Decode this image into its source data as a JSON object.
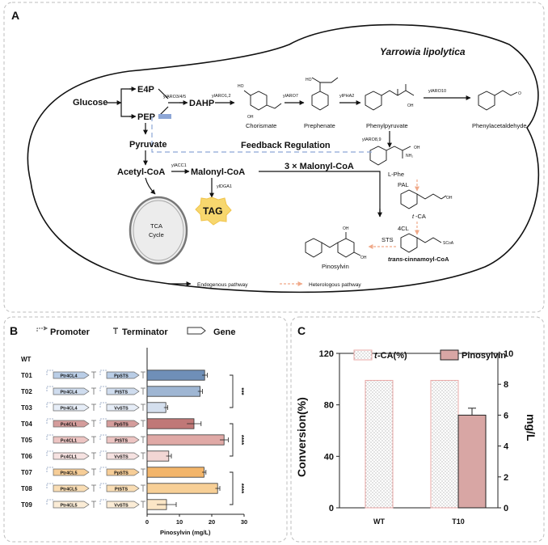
{
  "panelA": {
    "label": "A",
    "organism": "Yarrowia lipolytica",
    "metabolites": {
      "glucose": "Glucose",
      "e4p": "E4P",
      "pep": "PEP",
      "dahp": "DAHP",
      "chorismate": "Chorismate",
      "prephenate": "Prephenate",
      "phenylpyruvate": "Phenylpyruvate",
      "phenylacetaldehyde": "Phenylacetaldehyde",
      "pyruvate": "Pyruvate",
      "acetylcoa": "Acetyl-CoA",
      "malonylcoa": "Malonyl-CoA",
      "tag": "TAG",
      "tca1": "TCA",
      "tca2": "Cycle",
      "lphe": "L-Phe",
      "tca_italic": "t",
      "tca_rest": "-CA",
      "cinn_italic": "trans",
      "cinn_rest": "-cinnamoyl-CoA",
      "pinosylvin": "Pinosylvin",
      "three_malonyl": "3 × Malonyl-CoA",
      "feedback": "Feedback Regulation"
    },
    "enzymes": {
      "aro345": "ylARO3/4/5",
      "aro12": "ylARO1,2",
      "aro7": "ylARO7",
      "pha2": "ylPHA2",
      "aro10": "ylARO10",
      "aro89": "ylARO8,9",
      "acc1": "ylACC1",
      "dga1": "ylDGA1",
      "pal": "PAL",
      "cl4": "4CL",
      "sts": "STS"
    },
    "legend": {
      "endogenous": "Endogenous pathway",
      "heterologous": "Heterologous pathway"
    }
  },
  "panelB": {
    "label": "B",
    "legend": {
      "promoter": "Promoter",
      "terminator": "Terminator",
      "gene": "Gene"
    },
    "xlabel": "Pinosylvin (mg/L)",
    "xticks": [
      "0",
      "10",
      "20",
      "30"
    ],
    "significance": [
      "***",
      "****",
      "****"
    ],
    "strains": [
      {
        "name": "WT",
        "cl": "",
        "sts": "",
        "value": 0,
        "err": 0,
        "fill": "#ffffff",
        "gene": ""
      },
      {
        "name": "T01",
        "cl": "Ptr4CL4",
        "sts": "PpSTS",
        "value": 17.8,
        "err": 0.8,
        "fill": "#6f8fb8",
        "gene": "#b9cde6"
      },
      {
        "name": "T02",
        "cl": "Ptr4CL4",
        "sts": "PtSTS",
        "value": 16.4,
        "err": 0.7,
        "fill": "#9fb6d3",
        "gene": "#cfdcee"
      },
      {
        "name": "T03",
        "cl": "Ptr4CL4",
        "sts": "VvSTS",
        "value": 5.8,
        "err": 0.6,
        "fill": "#d4dfee",
        "gene": "#e6edf7"
      },
      {
        "name": "T04",
        "cl": "Pc4CL1",
        "sts": "PpSTS",
        "value": 14.5,
        "err": 2.2,
        "fill": "#c07877",
        "gene": "#d49c9b"
      },
      {
        "name": "T05",
        "cl": "Pc4CL1",
        "sts": "PtSTS",
        "value": 23.8,
        "err": 1.3,
        "fill": "#e0a9a6",
        "gene": "#ecc4c2"
      },
      {
        "name": "T06",
        "cl": "Pc4CL1",
        "sts": "VvSTS",
        "value": 6.7,
        "err": 0.8,
        "fill": "#f2d6d4",
        "gene": "#f6e2e1"
      },
      {
        "name": "T07",
        "cl": "Ptr4CL5",
        "sts": "PpSTS",
        "value": 17.6,
        "err": 0.6,
        "fill": "#f3b56a",
        "gene": "#f6cd97"
      },
      {
        "name": "T08",
        "cl": "Ptr4CL5",
        "sts": "PtSTS",
        "value": 21.8,
        "err": 0.7,
        "fill": "#f7cf96",
        "gene": "#f9ddb4"
      },
      {
        "name": "T09",
        "cl": "Ptr4CL5",
        "sts": "VvSTS",
        "value": 6.0,
        "err": 3.0,
        "fill": "#fbe6c6",
        "gene": "#fbecd6"
      }
    ]
  },
  "panelC": {
    "label": "C",
    "legend_tca_italic": "t",
    "legend_tca_rest": "-CA(%)",
    "legend_pinosylvin": "Pinosylvin",
    "ylabel_left": "Conversion(%)",
    "ylabel_right": "mg/L",
    "left_ticks": [
      "0",
      "40",
      "80",
      "120"
    ],
    "right_ticks": [
      "0",
      "2",
      "4",
      "6",
      "8",
      "10"
    ],
    "categories": [
      "WT",
      "T10"
    ]
  },
  "chart_data": [
    {
      "type": "bar",
      "orientation": "horizontal",
      "categories": [
        "WT",
        "T01",
        "T02",
        "T03",
        "T04",
        "T05",
        "T06",
        "T07",
        "T08",
        "T09"
      ],
      "series": [
        {
          "name": "Pinosylvin",
          "values": [
            0,
            17.8,
            16.4,
            5.8,
            14.5,
            23.8,
            6.7,
            17.6,
            21.8,
            6.0
          ],
          "errors": [
            0,
            0.8,
            0.7,
            0.6,
            2.2,
            1.3,
            0.8,
            0.6,
            0.7,
            3.0
          ]
        }
      ],
      "xlabel": "Pinosylvin (mg/L)",
      "xlim": [
        0,
        30
      ]
    },
    {
      "type": "bar",
      "categories": [
        "WT",
        "T10"
      ],
      "series": [
        {
          "name": "t-CA(%)",
          "axis": "left",
          "values": [
            99,
            99
          ]
        },
        {
          "name": "Pinosylvin",
          "axis": "right",
          "values": [
            null,
            6.0
          ],
          "errors": [
            null,
            0.45
          ]
        }
      ],
      "ylabel_left": "Conversion(%)",
      "ylabel_right": "mg/L",
      "ylim_left": [
        0,
        120
      ],
      "ylim_right": [
        0,
        10
      ]
    }
  ]
}
